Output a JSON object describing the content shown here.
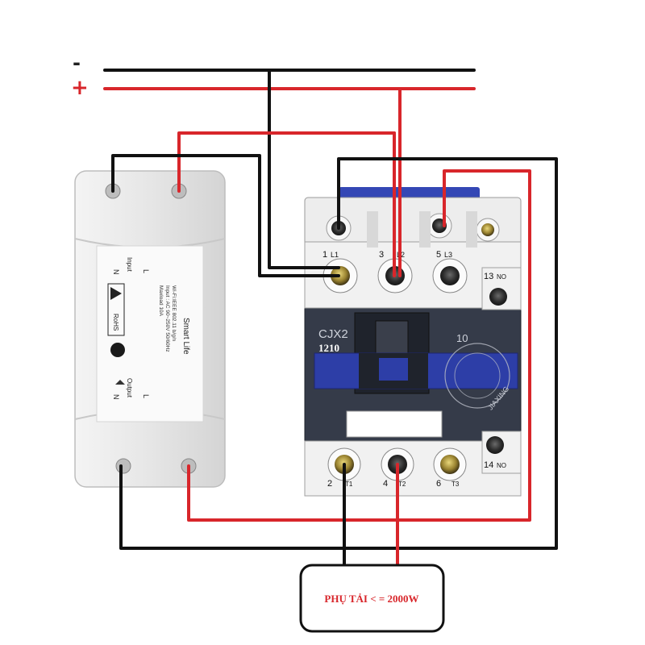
{
  "supply": {
    "minus_label": "-",
    "plus_label": "+"
  },
  "colors": {
    "negative_wire": "#111111",
    "positive_wire": "#d8262b",
    "contactor_body": "#333a48",
    "coil_blue": "#2d3ea7"
  },
  "smart_switch": {
    "brand": "Smart Life",
    "input_label": "Input",
    "output_label": "Output",
    "terminal_n": "N",
    "terminal_l": "L",
    "rohs": "RoHS",
    "spec_lines": [
      "Wi-Fi:IEEE 802.11 b/g/n",
      "Input : AC 90~250V 50/60Hz",
      "Maxload 10A"
    ]
  },
  "contactor": {
    "model": "CJX2",
    "rating": "1210",
    "aux_value": "10",
    "maker": "JIAXING",
    "top_terminals": [
      {
        "num": "1",
        "name": "L1"
      },
      {
        "num": "3",
        "name": "L2"
      },
      {
        "num": "5",
        "name": "L3"
      }
    ],
    "top_aux": {
      "num": "13",
      "name": "NO"
    },
    "bottom_terminals": [
      {
        "num": "2",
        "name": "T1"
      },
      {
        "num": "4",
        "name": "T2"
      },
      {
        "num": "6",
        "name": "T3"
      }
    ],
    "bottom_aux": {
      "num": "14",
      "name": "NO"
    }
  },
  "load": {
    "label": "PHỤ TẢI < = 2000W"
  }
}
